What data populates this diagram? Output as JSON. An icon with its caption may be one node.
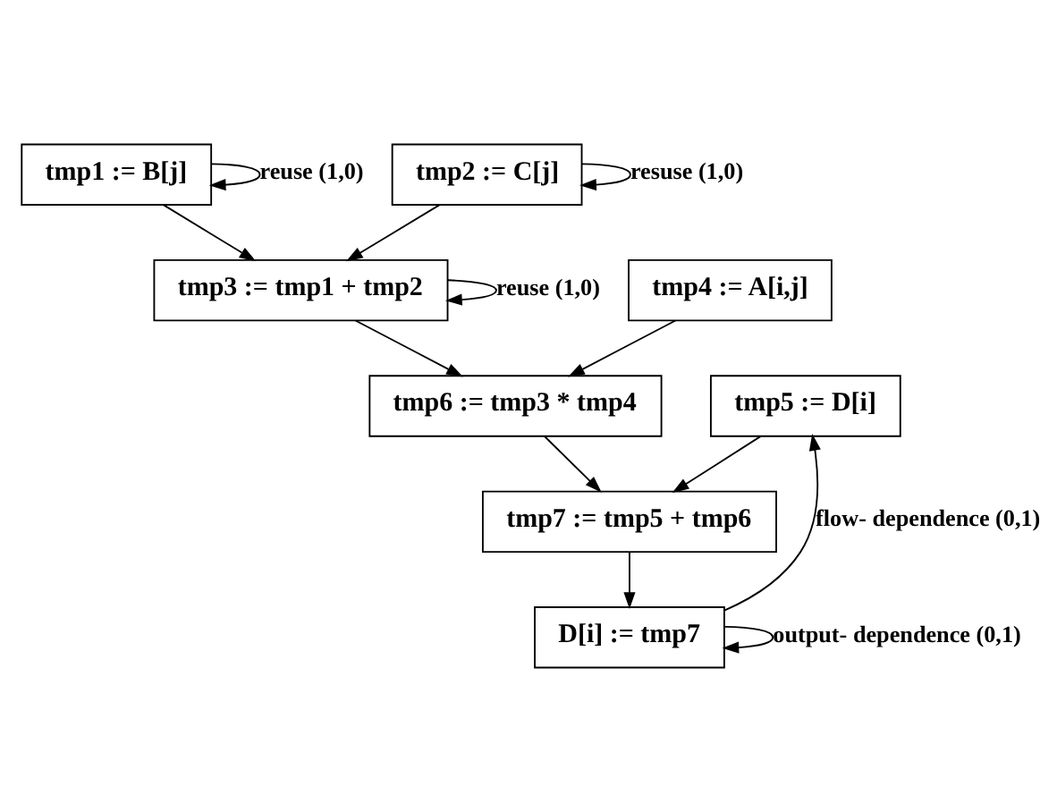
{
  "diagram": {
    "nodes": [
      {
        "text": [
          "tmp1 := B[j]"
        ]
      },
      {
        "text": [
          "tmp2 := C[j]"
        ]
      },
      {
        "text": [
          "tmp3 := tmp1 + tmp2"
        ]
      },
      {
        "text": [
          "tmp4 := A[i,j]"
        ]
      },
      {
        "text": [
          "tmp5 := D[i]"
        ]
      },
      {
        "text": [
          "tmp6 := tmp3 * tmp4"
        ]
      },
      {
        "text": [
          "tmp7 := tmp5 + tmp6"
        ]
      },
      {
        "text": [
          "D[i] := tmp7"
        ]
      }
    ],
    "edges": [
      {
        "from": 0,
        "to": 0,
        "arrow": "to",
        "label": "reuse (1,0)"
      },
      {
        "from": 1,
        "to": 1,
        "arrow": "to",
        "label": "resuse (1,0)"
      },
      {
        "from": 0,
        "to": 2,
        "arrow": "to"
      },
      {
        "from": 1,
        "to": 2,
        "arrow": "to"
      },
      {
        "from": 2,
        "to": 2,
        "arrow": "to",
        "label": "reuse (1,0)"
      },
      {
        "from": 2,
        "to": 5,
        "arrow": "to"
      },
      {
        "from": 3,
        "to": 5,
        "arrow": "to"
      },
      {
        "from": 4,
        "to": 6,
        "arrow": "to"
      },
      {
        "from": 5,
        "to": 6,
        "arrow": "to"
      },
      {
        "from": 6,
        "to": 7,
        "arrow": "to"
      },
      {
        "from": 7,
        "to": 7,
        "arrow": "to",
        "label": "output- dependence (0,1)"
      },
      {
        "from": 7,
        "to": 4,
        "arrow": "to",
        "label": "flow- dependence (0,1)"
      }
    ]
  }
}
